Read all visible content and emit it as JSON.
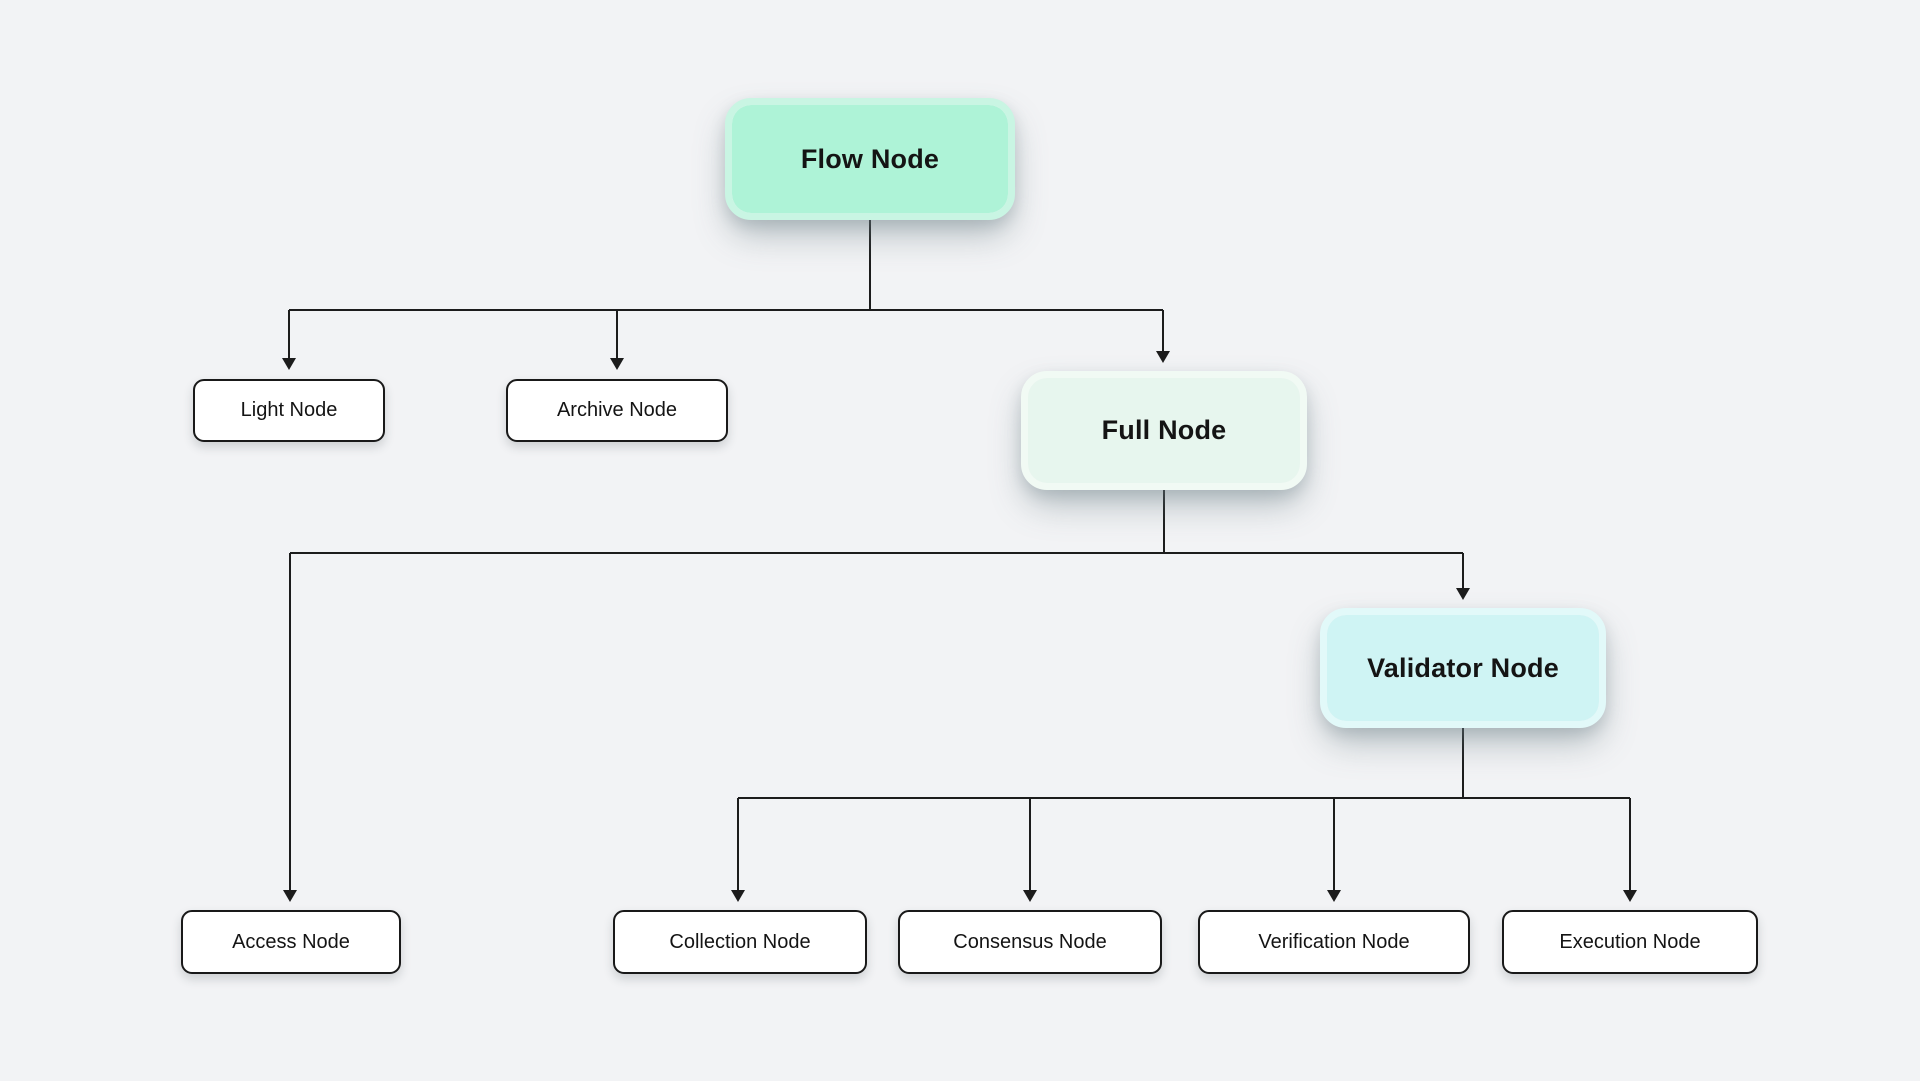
{
  "diagram": {
    "nodes": {
      "flow": {
        "label": "Flow Node"
      },
      "light": {
        "label": "Light Node"
      },
      "archive": {
        "label": "Archive Node"
      },
      "full": {
        "label": "Full Node"
      },
      "validator": {
        "label": "Validator Node"
      },
      "access": {
        "label": "Access Node"
      },
      "collection": {
        "label": "Collection Node"
      },
      "consensus": {
        "label": "Consensus Node"
      },
      "verification": {
        "label": "Verification Node"
      },
      "execution": {
        "label": "Execution Node"
      }
    },
    "edges": [
      {
        "from": "Flow Node",
        "to": "Light Node"
      },
      {
        "from": "Flow Node",
        "to": "Archive Node"
      },
      {
        "from": "Flow Node",
        "to": "Full Node"
      },
      {
        "from": "Full Node",
        "to": "Access Node"
      },
      {
        "from": "Full Node",
        "to": "Validator Node"
      },
      {
        "from": "Validator Node",
        "to": "Collection Node"
      },
      {
        "from": "Validator Node",
        "to": "Consensus Node"
      },
      {
        "from": "Validator Node",
        "to": "Verification Node"
      },
      {
        "from": "Validator Node",
        "to": "Execution Node"
      }
    ]
  },
  "colors": {
    "canvas-bg": "#f2f3f5",
    "node-flow-bg": "#aef3d7",
    "node-flow-rim": "#c9f5e3",
    "node-full-bg": "#e7f6ee",
    "node-full-rim": "#f1faf4",
    "node-validator-bg": "#cff4f4",
    "node-validator-rim": "#e2f9f9",
    "node-plain-bg": "#ffffff",
    "node-border": "#191919",
    "line": "#1c1c1c",
    "text": "#141414"
  }
}
